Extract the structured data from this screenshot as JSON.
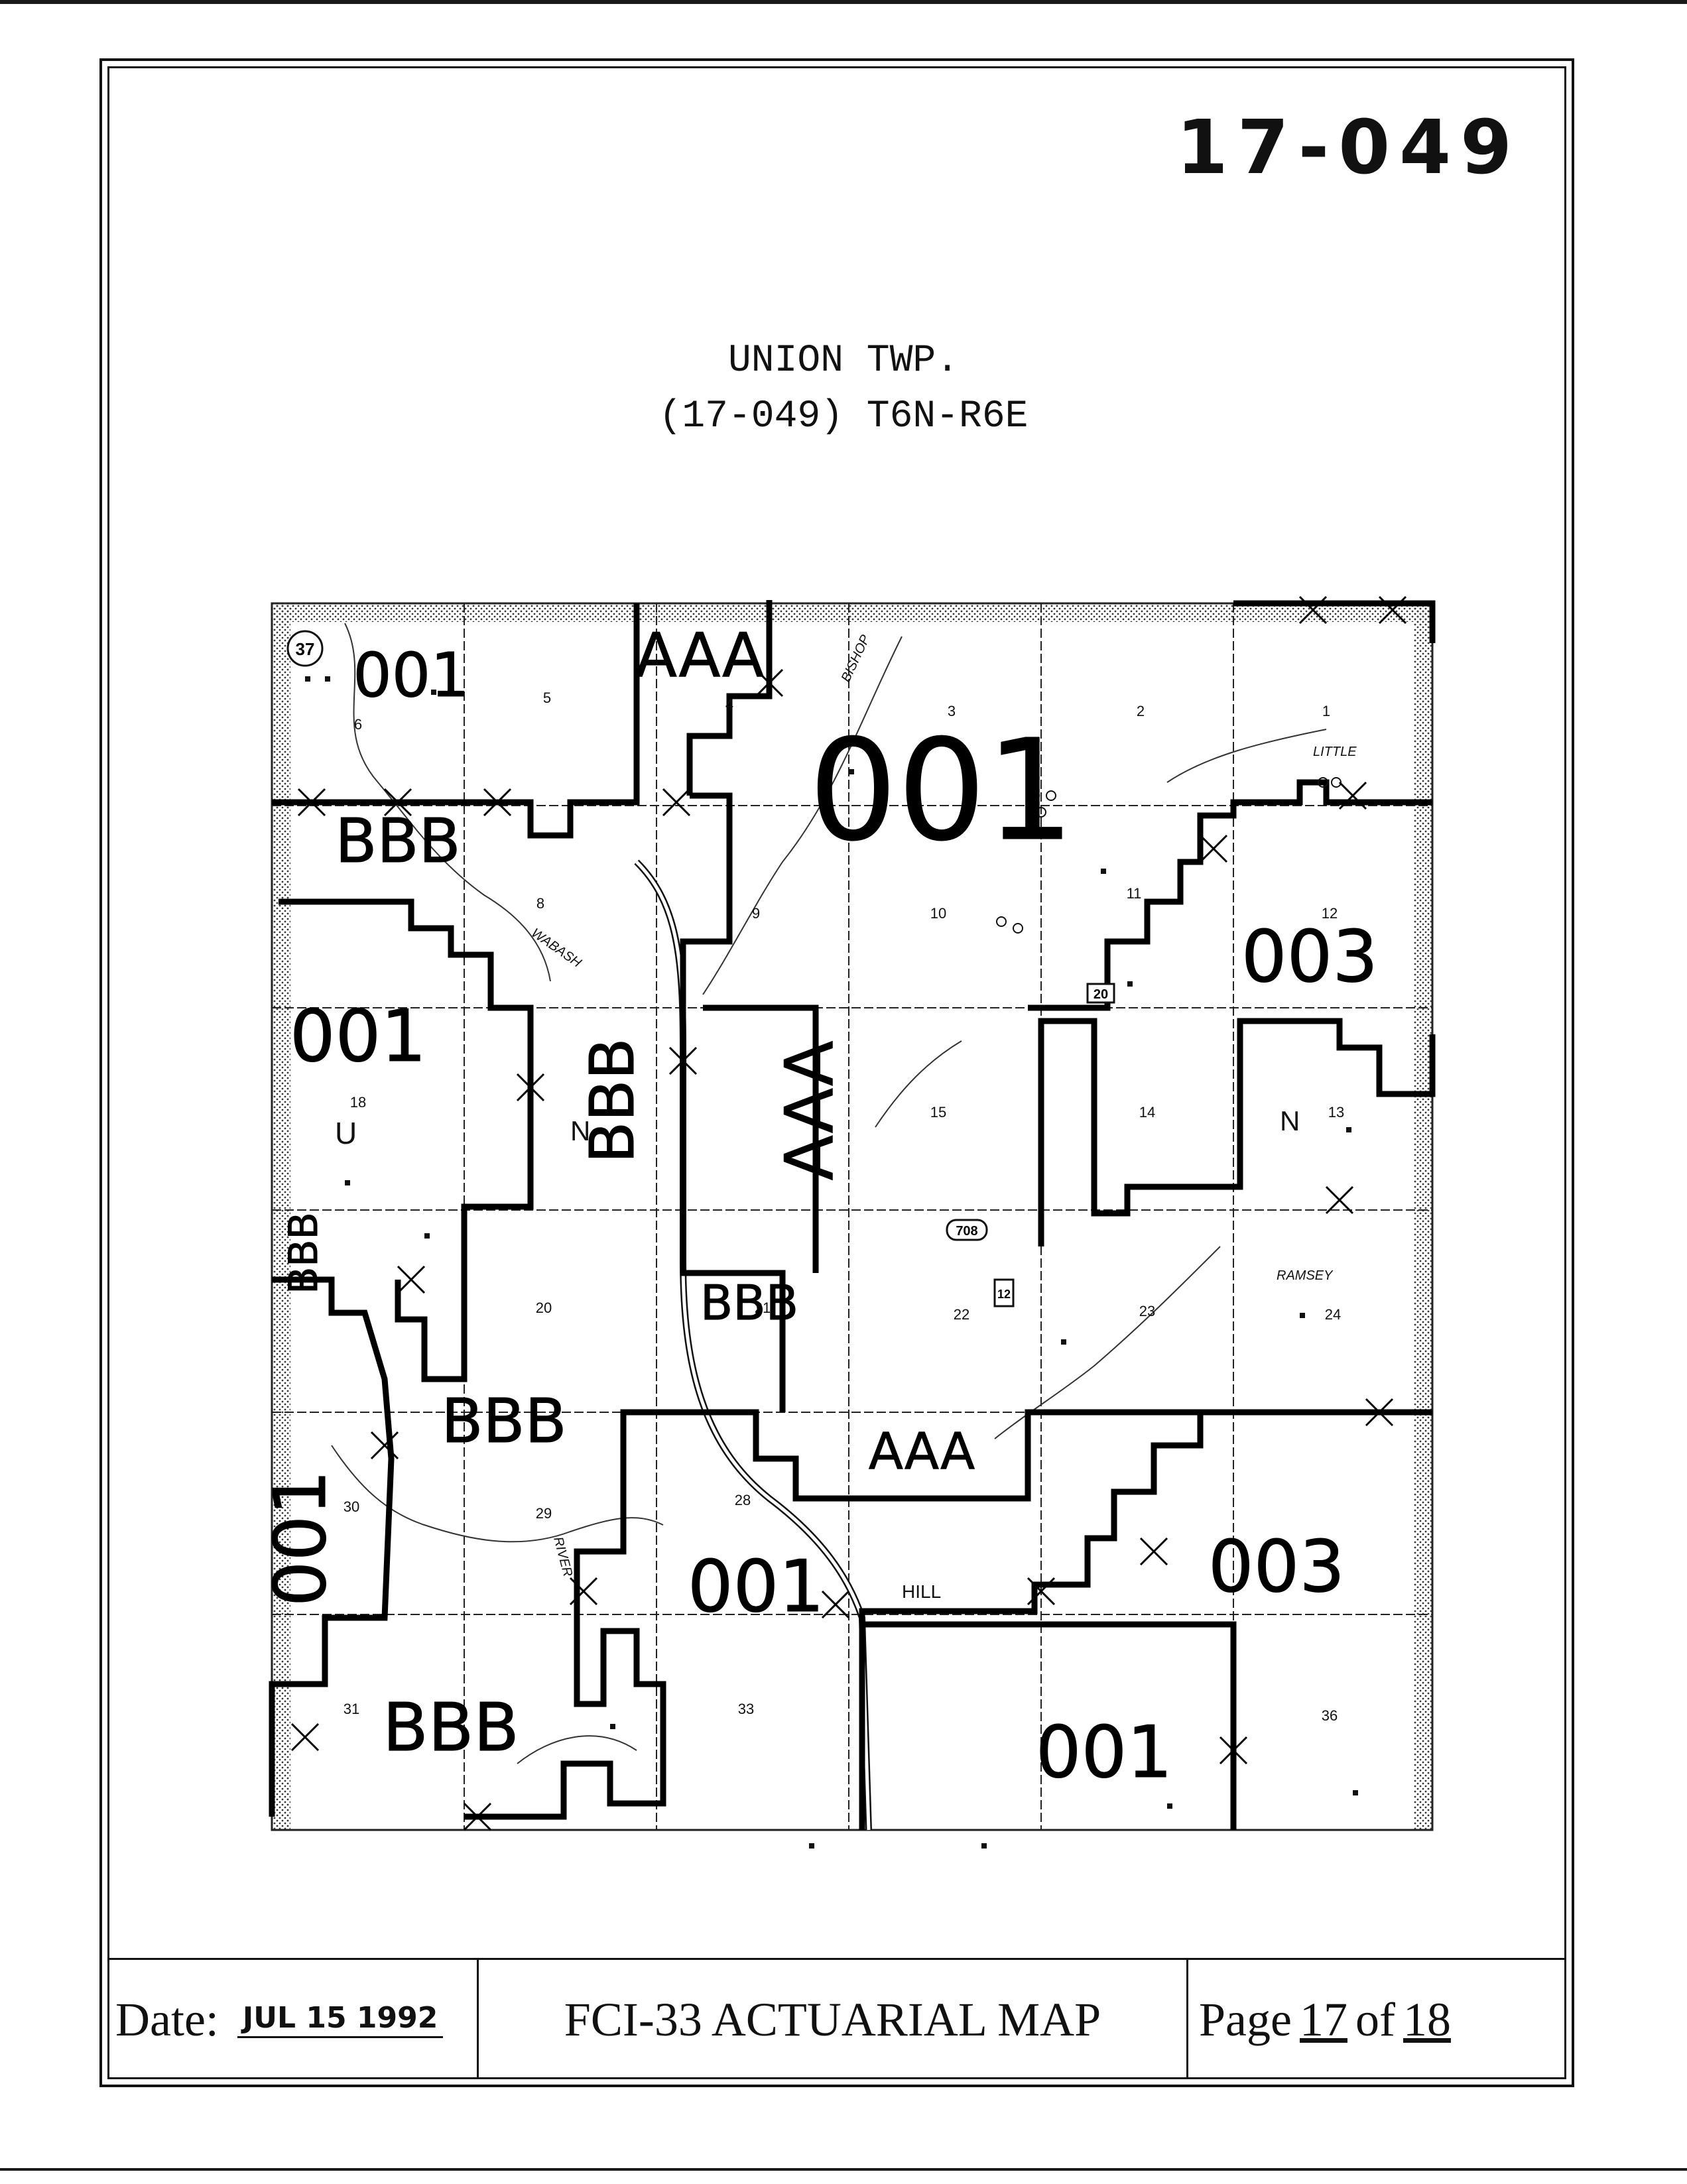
{
  "map_id": "17-049",
  "title_line1": "UNION TWP.",
  "title_line2": "(17-049) T6N-R6E",
  "footer": {
    "date_label": "Date:",
    "date_value": "JUL 15 1992",
    "map_name": "FCI-33 ACTUARIAL MAP",
    "page_label": "Page",
    "page_num": "17",
    "page_of": "of",
    "page_total": "18"
  },
  "map": {
    "sections": [
      {
        "n": "1"
      },
      {
        "n": "2"
      },
      {
        "n": "3"
      },
      {
        "n": "4"
      },
      {
        "n": "5"
      },
      {
        "n": "6"
      },
      {
        "n": "8"
      },
      {
        "n": "9"
      },
      {
        "n": "10"
      },
      {
        "n": "11"
      },
      {
        "n": "12"
      },
      {
        "n": "13"
      },
      {
        "n": "14"
      },
      {
        "n": "15"
      },
      {
        "n": "18"
      },
      {
        "n": "20"
      },
      {
        "n": "21"
      },
      {
        "n": "22"
      },
      {
        "n": "23"
      },
      {
        "n": "24"
      },
      {
        "n": "28"
      },
      {
        "n": "29"
      },
      {
        "n": "30"
      },
      {
        "n": "31"
      },
      {
        "n": "33"
      },
      {
        "n": "36"
      }
    ],
    "rate_zones": [
      {
        "code": "001"
      },
      {
        "code": "AAA"
      },
      {
        "code": "001"
      },
      {
        "code": "BBB"
      },
      {
        "code": "003"
      },
      {
        "code": "001"
      },
      {
        "code": "BBB"
      },
      {
        "code": "AAA"
      },
      {
        "code": "BBB"
      },
      {
        "code": "BBB"
      },
      {
        "code": "BBB"
      },
      {
        "code": "AAA"
      },
      {
        "code": "001"
      },
      {
        "code": "001"
      },
      {
        "code": "003"
      },
      {
        "code": "BBB"
      },
      {
        "code": "001"
      }
    ],
    "place_labels": [
      "LITTLE",
      "BISHOP",
      "WABASH",
      "RIVER",
      "RAMSEY",
      "HILL",
      "U",
      "N",
      "N"
    ],
    "route_shields": [
      "37",
      "20",
      "708",
      "12"
    ]
  }
}
